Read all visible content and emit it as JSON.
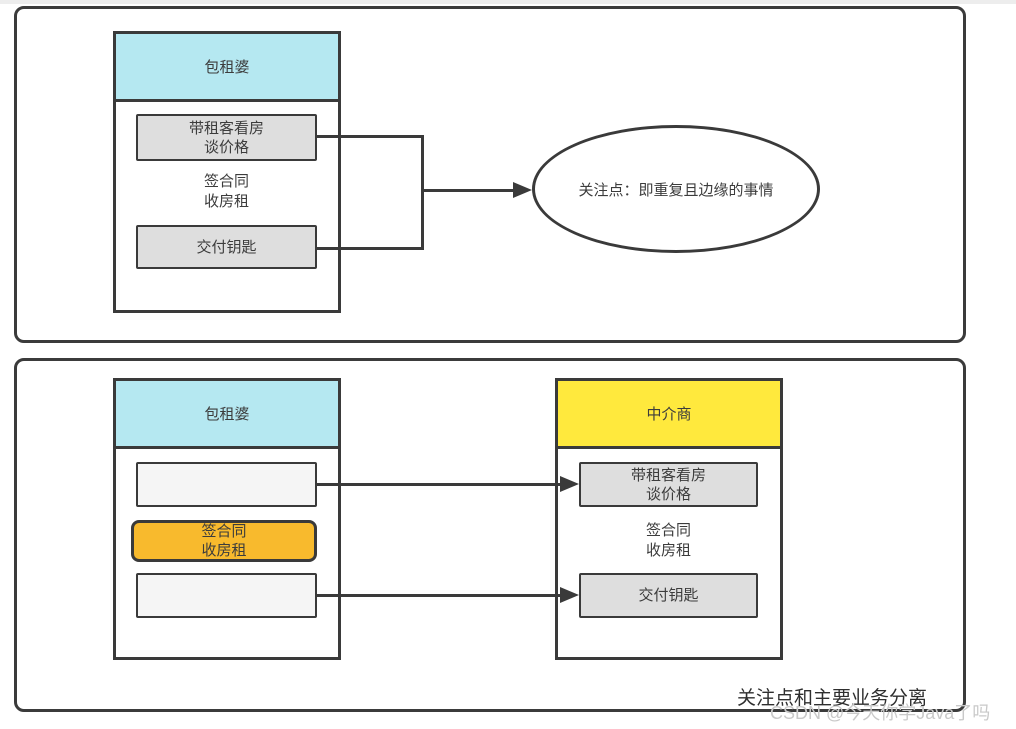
{
  "page": {
    "caption": "关注点和主要业务分离",
    "watermark": "CSDN @今天你学Java了吗"
  },
  "colors": {
    "border": "#3a3a3a",
    "landlady_header": "#b5e8f1",
    "agent_header": "#ffe93d",
    "task_fill": "#dedede",
    "empty_task_fill": "#f5f5f5",
    "main_business_fill": "#f8ba2d",
    "watermark_text": "#c9c9c9"
  },
  "panel1": {
    "landlady": {
      "title": "包租婆",
      "task1_line1": "带租客看房",
      "task1_line2": "谈价格",
      "main_line1": "签合同",
      "main_line2": "收房租",
      "task2": "交付钥匙"
    },
    "concern": "关注点：即重复且边缘的事情"
  },
  "panel2": {
    "landlady": {
      "title": "包租婆",
      "main_line1": "签合同",
      "main_line2": "收房租"
    },
    "agent": {
      "title": "中介商",
      "task1_line1": "带租客看房",
      "task1_line2": "谈价格",
      "main_line1": "签合同",
      "main_line2": "收房租",
      "task2": "交付钥匙"
    }
  }
}
